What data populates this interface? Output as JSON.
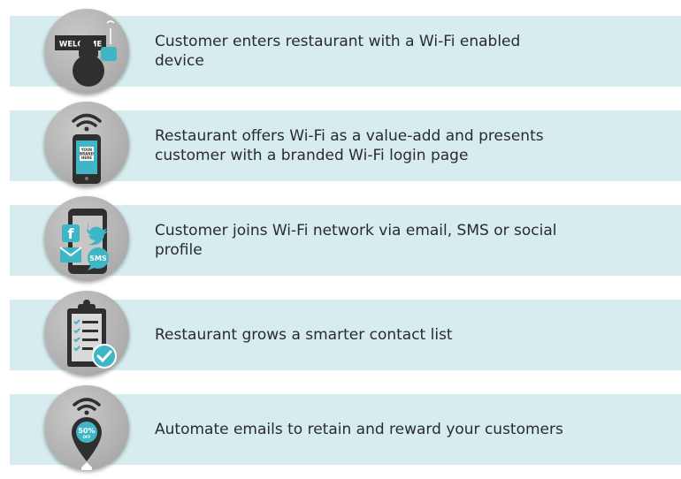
{
  "steps": [
    {
      "text": "Customer enters restaurant with a Wi-Fi enabled device",
      "icon": "welcome-sign-icon",
      "icon_text": "WELCOME"
    },
    {
      "text": "Restaurant offers Wi-Fi as a value-add and presents customer with a branded Wi-Fi login page",
      "icon": "smartphone-wifi-icon",
      "icon_text": "YOUR BRAND HERE"
    },
    {
      "text": "Customer joins Wi-Fi network via email, SMS or social profile",
      "icon": "social-login-icon",
      "icon_text": "SMS"
    },
    {
      "text": "Restaurant grows a smarter contact list",
      "icon": "clipboard-checklist-icon"
    },
    {
      "text": "Automate emails to retain and reward your customers",
      "icon": "location-discount-icon",
      "icon_text": "50% OFF"
    }
  ],
  "colors": {
    "band": "#d6ecee",
    "badge": "#adadad",
    "dark": "#333333",
    "accent": "#3fb6c6",
    "text": "#2b2b2b"
  }
}
